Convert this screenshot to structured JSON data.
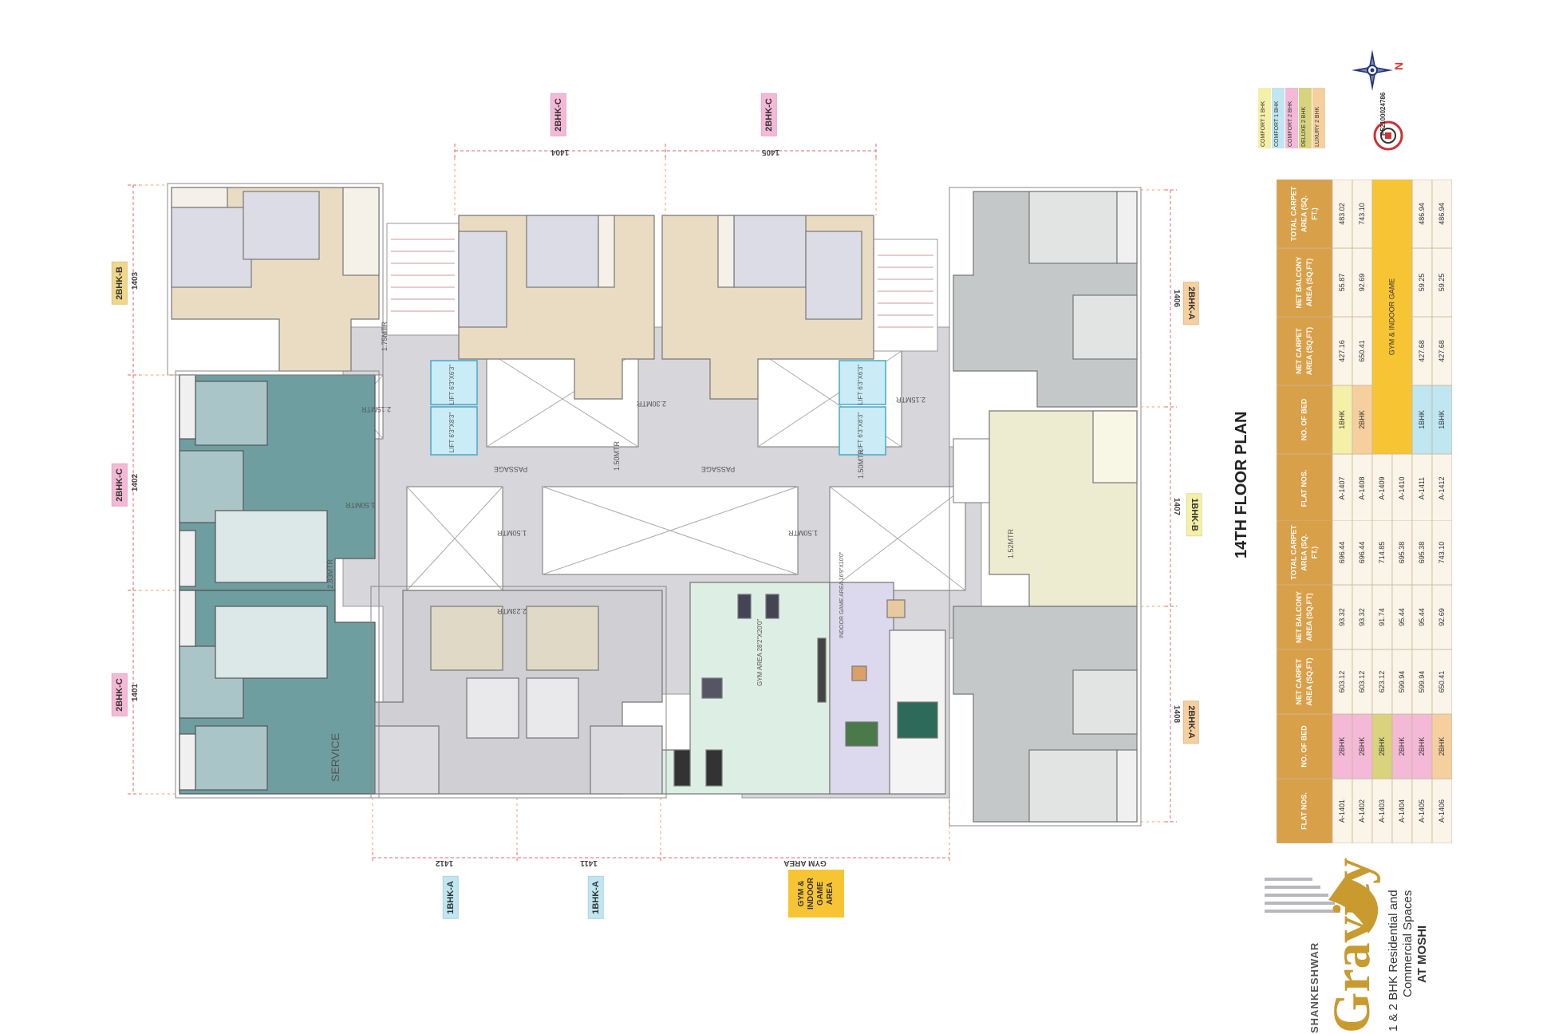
{
  "title": "14TH FLOOR PLAN",
  "brand": {
    "company": "SHANKESHWAR",
    "name": "Gravity",
    "tagline_1": "1 & 2 BHK Residential and",
    "tagline_2": "Commercial Spaces",
    "tagline_3": "AT MOSHI",
    "rera": "P52100024786"
  },
  "compass": "N",
  "legend": [
    {
      "label": "COMFORT 1 BHK",
      "color": "#f4f0a8"
    },
    {
      "label": "COMFORT 1 BHK",
      "color": "#bfe6f1"
    },
    {
      "label": "COMFORT 2 BHK",
      "color": "#f4b9d7"
    },
    {
      "label": "DELUXE 2 BHK",
      "color": "#d8d37c"
    },
    {
      "label": "LUXURY 2 BHK",
      "color": "#f6cf9e"
    }
  ],
  "unit_tags": {
    "t_2bhkc_1404": "2BHK-C",
    "t_2bhkc_1405": "2BHK-C",
    "t_2bhkb": "2BHK-B",
    "t_2bhkc_1402": "2BHK-C",
    "t_2bhkc_1401": "2BHK-C",
    "t_2bhka_1406": "2BHK-A",
    "t_1bhkb": "1BHK-B",
    "t_2bhka_1408": "2BHK-A",
    "t_1bhka_1412": "1BHK-A",
    "t_1bhka_1411": "1BHK-A",
    "t_gym": "GYM & INDOOR GAME AREA"
  },
  "dims": {
    "d1404": "1404",
    "d1405": "1405",
    "d1403": "1403",
    "d1402": "1402",
    "d1401": "1401",
    "d1406": "1406",
    "d1407": "1407",
    "d1408": "1408",
    "d1412": "1412",
    "d1411": "1411",
    "dgym": "GYM AREA"
  },
  "plan_labels": {
    "passage_l": "PASSAGE",
    "passage_r": "PASSAGE",
    "lift1": "LIFT 6'3\"X6'3\"",
    "lift2": "LIFT 6'3\"X8'3\"",
    "lift3": "LIFT 6'3\"X6'3\"",
    "lift4": "LIFT 6'3\"X8'3\"",
    "m175": "1.75MTR",
    "m215a": "2.15MTR",
    "m215b": "2.15MTR",
    "m230": "2.30MTR",
    "m150a": "1.50MTR",
    "m150b": "1.50MTR",
    "m150c": "1.50MTR",
    "m150d": "1.50MTR",
    "m150e": "1.50MTR",
    "m283": "2.83MTR",
    "m223": "2.23MTR",
    "m152": "1.52MTR",
    "gym_area": "GYM AREA 28'2\"X20'0\"",
    "indoor": "INDOOR GAME AREA 16'9\"X10'0\"",
    "service": "SERVICE"
  },
  "table1": {
    "headers": [
      "FLAT NOS.",
      "NO. OF BED",
      "NET CARPET AREA (SQ.FT)",
      "NET BALCONY AREA (SQ.FT)",
      "TOTAL CARPET AREA (SQ. FT.)"
    ],
    "rows": [
      [
        "A-1401",
        "2BHK",
        "603.12",
        "93.32",
        "696.44"
      ],
      [
        "A-1402",
        "2BHK",
        "603.12",
        "93.32",
        "696.44"
      ],
      [
        "A-1403",
        "2BHK",
        "623.12",
        "91.74",
        "714.85"
      ],
      [
        "A-1404",
        "2BHK",
        "599.94",
        "95.44",
        "695.38"
      ],
      [
        "A-1405",
        "2BHK",
        "599.94",
        "95.44",
        "695.38"
      ],
      [
        "A-1406",
        "2BHK",
        "650.41",
        "92.69",
        "743.10"
      ]
    ]
  },
  "table2": {
    "headers": [
      "FLAT NOS.",
      "NO. OF BED",
      "NET CARPET AREA (SQ.FT)",
      "NET BALCONY AREA (SQ.FT)",
      "TOTAL CARPET AREA (SQ. FT.)"
    ],
    "rows": [
      [
        "A-1407",
        "1BHK",
        "427.16",
        "55.87",
        "483.02"
      ],
      [
        "A-1408",
        "2BHK",
        "650.41",
        "92.69",
        "743.10"
      ],
      [
        "A-1409",
        "",
        "",
        "",
        ""
      ],
      [
        "A-1410",
        "",
        "",
        "",
        ""
      ],
      [
        "A-1411",
        "1BHK",
        "427.68",
        "59.25",
        "486.94"
      ],
      [
        "A-1412",
        "1BHK",
        "427.68",
        "59.25",
        "486.94"
      ]
    ],
    "merged": "GYM & INDOOR GAME"
  },
  "colors": {
    "table_header": "#d9a04a",
    "row_bg": "#fbf4e8",
    "c_1bhk_yellow": "#f4f0a8",
    "c_1bhk_blue": "#bfe6f1",
    "c_2bhk_pink": "#f4b9d7",
    "c_deluxe": "#d8d37c",
    "c_luxury": "#f6cf9e",
    "gym_yellow": "#f7c534"
  }
}
